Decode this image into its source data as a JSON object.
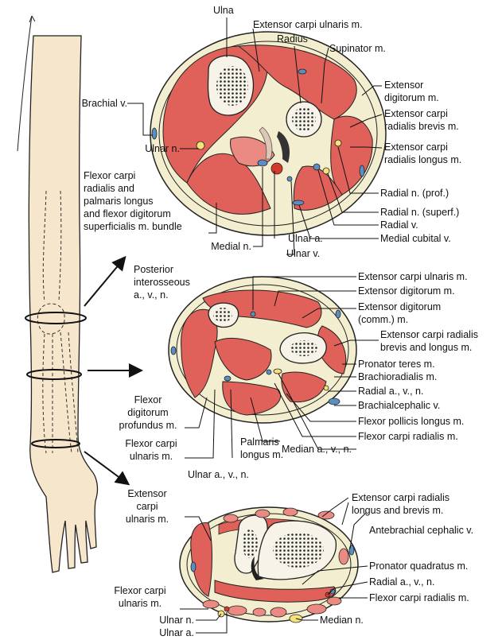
{
  "colors": {
    "skin": "#f6e6cc",
    "muscle": "#e0605a",
    "muscle_light": "#ea8a82",
    "bone": "#f7f3e8",
    "marrow": "#333333",
    "fat": "#f3eecf",
    "vein": "#5b8fc4",
    "artery": "#d43a2a",
    "nerve": "#f4e27a",
    "ink": "#1a1a1a"
  },
  "icons": [
    "arm-outline-icon",
    "cross-section-icon",
    "arrow-icon"
  ],
  "upper_section": {
    "labels": {
      "ulna": "Ulna",
      "ecu": "Extensor carpi ulnaris m.",
      "radius": "Radius",
      "supinator": "Supinator m.",
      "brachial_v": "Brachial v.",
      "ed_1": "Extensor",
      "ed_2": "digitorum m.",
      "ecrb_1": "Extensor carpi",
      "ecrb_2": "radialis brevis m.",
      "ulnar_n": "Ulnar n.",
      "ecrl_1": "Extensor carpi",
      "ecrl_2": "radialis longus m.",
      "fcr_1": "Flexor carpi",
      "fcr_2": "radialis and",
      "fcr_3": "palmaris longus",
      "fcr_4": "and flexor digitorum",
      "fcr_5": "superficialis m. bundle",
      "radial_n_prof": "Radial n. (prof.)",
      "radial_n_superf": "Radial n. (superf.)",
      "radial_v": "Radial v.",
      "ulnar_a": "Ulnar a.",
      "medial_cubital_v": "Medial cubital v.",
      "medial_n": "Medial n.",
      "ulnar_v": "Ulnar v."
    }
  },
  "middle_section": {
    "labels": {
      "post_inter_1": "Posterior",
      "post_inter_2": "interosseous",
      "post_inter_3": "a., v., n.",
      "ecu": "Extensor carpi ulnaris m.",
      "ed": "Extensor digitorum m.",
      "edc_1": "Extensor digitorum",
      "edc_2": "(comm.) m.",
      "ecrbl_1": "Extensor carpi radialis",
      "ecrbl_2": "brevis and longus m.",
      "pronator_teres": "Pronator teres m.",
      "brachioradialis": "Brachioradialis m.",
      "radial_avn": "Radial a., v., n.",
      "brachialcephalic_v": "Brachialcephalic v.",
      "fdp_1": "Flexor",
      "fdp_2": "digitorum",
      "fdp_3": "profundus m.",
      "fpl": "Flexor pollicis longus m.",
      "fcr": "Flexor carpi radialis m.",
      "fcu_1": "Flexor carpi",
      "fcu_2": "ulnaris m.",
      "palmaris_1": "Palmaris",
      "palmaris_2": "longus m.",
      "median_avn": "Median a., v., n.",
      "ulnar_avn": "Ulnar a., v., n."
    }
  },
  "lower_section": {
    "labels": {
      "ecu_1": "Extensor",
      "ecu_2": "carpi",
      "ecu_3": "ulnaris m.",
      "ecrlb_1": "Extensor carpi radialis",
      "ecrlb_2": "longus and brevis m.",
      "antebrachial": "Antebrachial cephalic v.",
      "pronator_quadratus": "Pronator quadratus m.",
      "radial_avn": "Radial a., v., n.",
      "fcu_1": "Flexor carpi",
      "fcu_2": "ulnaris m.",
      "fcr": "Flexor carpi radialis m.",
      "ulnar_n": "Ulnar n.",
      "median_n": "Median n.",
      "ulnar_a": "Ulnar a."
    }
  }
}
